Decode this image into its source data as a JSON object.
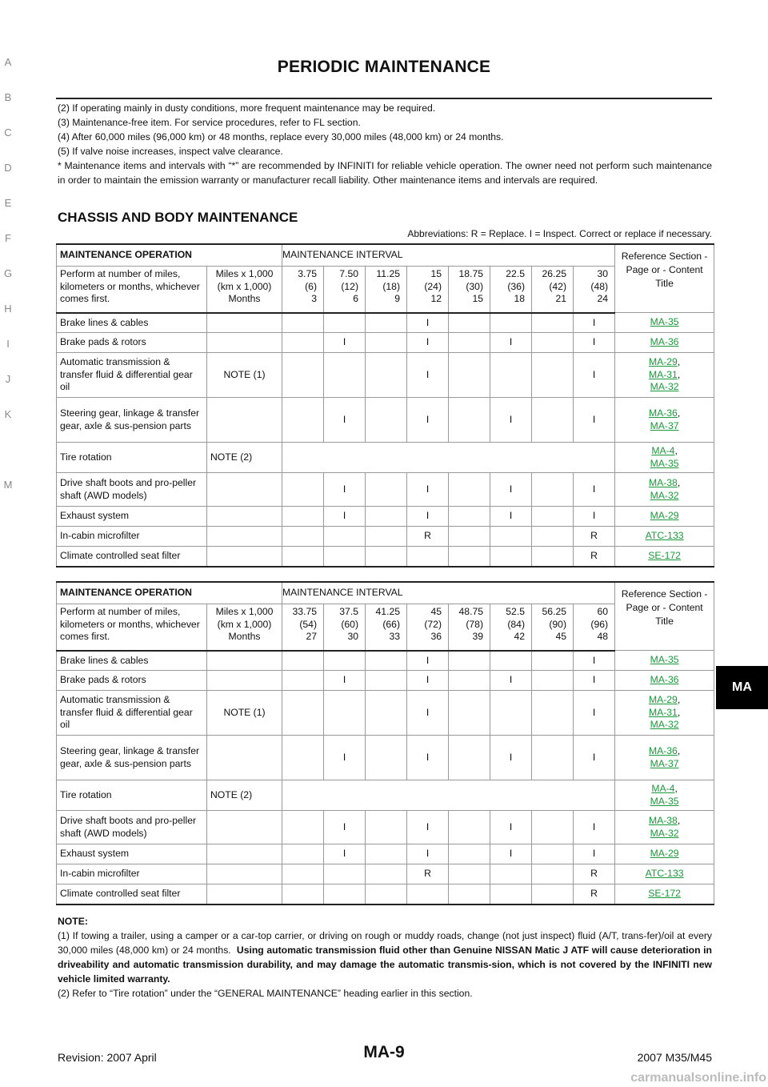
{
  "page_title": "PERIODIC MAINTENANCE",
  "notes": [
    "(2) If operating mainly in dusty conditions, more frequent maintenance may be required.",
    "(3) Maintenance-free item. For service procedures, refer to FL section.",
    "(4) After 60,000 miles (96,000 km) or 48 months, replace every 30,000 miles (48,000 km) or 24 months.",
    "(5) If valve noise increases, inspect valve clearance.",
    "* Maintenance items and intervals with “*” are recommended by INFINITI for reliable vehicle operation. The owner need not perform such maintenance in order to maintain the emission warranty or manufacturer recall liability. Other maintenance items and intervals are required."
  ],
  "section_heading": "CHASSIS AND BODY MAINTENANCE",
  "abbreviations": "Abbreviations: R = Replace. I = Inspect. Correct or replace if necessary.",
  "side_index": [
    "A",
    "B",
    "C",
    "D",
    "E",
    "F",
    "G",
    "H",
    "I",
    "J",
    "K",
    "MA",
    "M"
  ],
  "side_active": "MA",
  "tables": [
    {
      "header_op": "MAINTENANCE OPERATION",
      "header_interval": "MAINTENANCE INTERVAL",
      "header_ref": "Reference Section - Page or - Content Title",
      "perform_label": "Perform at number of miles, kilometers or months, whichever comes first.",
      "units_label": "Miles x 1,000 (km x 1,000) Months",
      "intervals": [
        {
          "miles": "3.75",
          "km": "(6)",
          "months": "3"
        },
        {
          "miles": "7.50",
          "km": "(12)",
          "months": "6"
        },
        {
          "miles": "11.25",
          "km": "(18)",
          "months": "9"
        },
        {
          "miles": "15",
          "km": "(24)",
          "months": "12"
        },
        {
          "miles": "18.75",
          "km": "(30)",
          "months": "15"
        },
        {
          "miles": "22.5",
          "km": "(36)",
          "months": "18"
        },
        {
          "miles": "26.25",
          "km": "(42)",
          "months": "21"
        },
        {
          "miles": "30",
          "km": "(48)",
          "months": "24"
        }
      ],
      "rows": [
        {
          "op": "Brake lines & cables",
          "note": "",
          "marks": [
            "",
            "",
            "",
            "I",
            "",
            "",
            "",
            "I"
          ],
          "refs": [
            "MA-35"
          ]
        },
        {
          "op": "Brake pads & rotors",
          "note": "",
          "marks": [
            "",
            "I",
            "",
            "I",
            "",
            "I",
            "",
            "I"
          ],
          "refs": [
            "MA-36"
          ]
        },
        {
          "op": "Automatic transmission & transfer fluid & differential gear oil",
          "note": "NOTE (1)",
          "marks": [
            "",
            "",
            "",
            "I",
            "",
            "",
            "",
            "I"
          ],
          "refs": [
            "MA-29",
            "MA-31",
            "MA-32"
          ]
        },
        {
          "op": "Steering gear,  linkage & transfer gear, axle & sus-pension parts",
          "note": "",
          "marks": [
            "",
            "I",
            "",
            "I",
            "",
            "I",
            "",
            "I"
          ],
          "refs": [
            "MA-36",
            "MA-37"
          ]
        },
        {
          "op": "Tire rotation",
          "note": "NOTE (2)",
          "marks": [
            "",
            "",
            "",
            "",
            "",
            "",
            "",
            ""
          ],
          "refs": [
            "MA-4",
            "MA-35"
          ]
        },
        {
          "op": "Drive shaft boots and pro-peller shaft (AWD models)",
          "note": "",
          "marks": [
            "",
            "I",
            "",
            "I",
            "",
            "I",
            "",
            "I"
          ],
          "refs": [
            "MA-38",
            "MA-32"
          ]
        },
        {
          "op": "Exhaust system",
          "note": "",
          "marks": [
            "",
            "I",
            "",
            "I",
            "",
            "I",
            "",
            "I"
          ],
          "refs": [
            "MA-29"
          ]
        },
        {
          "op": "In-cabin microfilter",
          "note": "",
          "marks": [
            "",
            "",
            "",
            "R",
            "",
            "",
            "",
            "R"
          ],
          "refs": [
            "ATC-133"
          ]
        },
        {
          "op": "Climate controlled seat filter",
          "note": "",
          "marks": [
            "",
            "",
            "",
            "",
            "",
            "",
            "",
            "R"
          ],
          "refs": [
            "SE-172"
          ]
        }
      ]
    },
    {
      "header_op": "MAINTENANCE OPERATION",
      "header_interval": "MAINTENANCE INTERVAL",
      "header_ref": "Reference Section - Page or - Content Title",
      "perform_label": "Perform at number of miles, kilometers or months, whichever comes first.",
      "units_label": "Miles x 1,000 (km x 1,000) Months",
      "intervals": [
        {
          "miles": "33.75",
          "km": "(54)",
          "months": "27"
        },
        {
          "miles": "37.5",
          "km": "(60)",
          "months": "30"
        },
        {
          "miles": "41.25",
          "km": "(66)",
          "months": "33"
        },
        {
          "miles": "45",
          "km": "(72)",
          "months": "36"
        },
        {
          "miles": "48.75",
          "km": "(78)",
          "months": "39"
        },
        {
          "miles": "52.5",
          "km": "(84)",
          "months": "42"
        },
        {
          "miles": "56.25",
          "km": "(90)",
          "months": "45"
        },
        {
          "miles": "60",
          "km": "(96)",
          "months": "48"
        }
      ],
      "rows": [
        {
          "op": "Brake lines & cables",
          "note": "",
          "marks": [
            "",
            "",
            "",
            "I",
            "",
            "",
            "",
            "I"
          ],
          "refs": [
            "MA-35"
          ]
        },
        {
          "op": "Brake pads & rotors",
          "note": "",
          "marks": [
            "",
            "I",
            "",
            "I",
            "",
            "I",
            "",
            "I"
          ],
          "refs": [
            "MA-36"
          ]
        },
        {
          "op": "Automatic transmission & transfer fluid & differential gear oil",
          "note": "NOTE (1)",
          "marks": [
            "",
            "",
            "",
            "I",
            "",
            "",
            "",
            "I"
          ],
          "refs": [
            "MA-29",
            "MA-31",
            "MA-32"
          ]
        },
        {
          "op": "Steering gear,  linkage & transfer gear, axle & sus-pension parts",
          "note": "",
          "marks": [
            "",
            "I",
            "",
            "I",
            "",
            "I",
            "",
            "I"
          ],
          "refs": [
            "MA-36",
            "MA-37"
          ]
        },
        {
          "op": "Tire rotation",
          "note": "NOTE (2)",
          "marks": [
            "",
            "",
            "",
            "",
            "",
            "",
            "",
            ""
          ],
          "refs": [
            "MA-4",
            "MA-35"
          ]
        },
        {
          "op": "Drive shaft boots and pro-peller shaft (AWD models)",
          "note": "",
          "marks": [
            "",
            "I",
            "",
            "I",
            "",
            "I",
            "",
            "I"
          ],
          "refs": [
            "MA-38",
            "MA-32"
          ]
        },
        {
          "op": "Exhaust system",
          "note": "",
          "marks": [
            "",
            "I",
            "",
            "I",
            "",
            "I",
            "",
            "I"
          ],
          "refs": [
            "MA-29"
          ]
        },
        {
          "op": "In-cabin microfilter",
          "note": "",
          "marks": [
            "",
            "",
            "",
            "R",
            "",
            "",
            "",
            "R"
          ],
          "refs": [
            "ATC-133"
          ]
        },
        {
          "op": "Climate controlled seat filter",
          "note": "",
          "marks": [
            "",
            "",
            "",
            "",
            "",
            "",
            "",
            "R"
          ],
          "refs": [
            "SE-172"
          ]
        }
      ]
    }
  ],
  "footnote": {
    "heading": "NOTE:",
    "note1_plain": "(1) If  towing a trailer, using a camper or a car-top carrier, or driving on rough or muddy roads, change (not just inspect) fluid (A/T, trans-fer)/oil at every 30,000 miles (48,000 km) or 24 months.",
    "note1_bold": "Using automatic transmission fluid other than Genuine NISSAN Matic J ATF will cause deterioration in driveability and automatic transmission durability, and may damage the automatic transmis-sion, which is not covered by the INFINITI new vehicle limited warranty.",
    "note2": "(2) Refer to “Tire rotation” under the “GENERAL MAINTENANCE” heading earlier in this section."
  },
  "footer": {
    "revision": "Revision: 2007 April",
    "page_number": "MA-9",
    "model": "2007 M35/M45"
  },
  "watermark": "carmanualsonline.info"
}
